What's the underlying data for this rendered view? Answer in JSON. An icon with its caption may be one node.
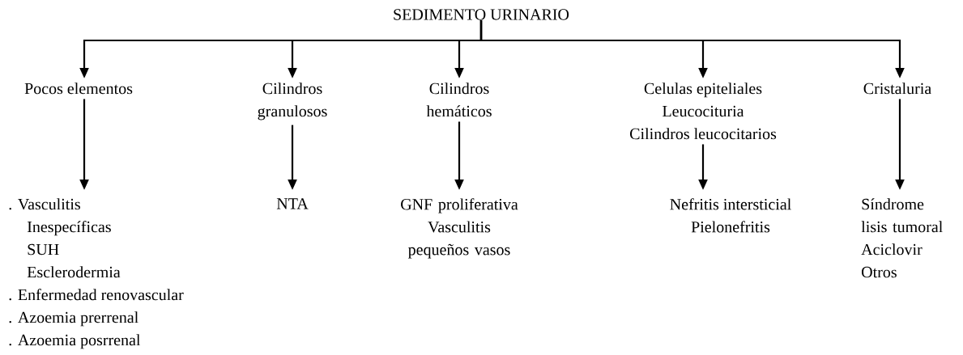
{
  "diagram": {
    "nodes": [
      {
        "text": [
          "SEDIMENTO URINARIO"
        ]
      },
      {
        "text": [
          "Pocos elementos"
        ]
      },
      {
        "text": [
          "Cilindros granulosos"
        ]
      },
      {
        "text": [
          "Cilindros hemáticos"
        ]
      },
      {
        "text": [
          "Celulas epiteliales",
          "Leucocituria",
          "Cilindros leucocitarios"
        ]
      },
      {
        "text": [
          "Cristaluria"
        ]
      },
      {
        "text": [
          ". Vasculitis",
          "Inespecíficas",
          "SUH",
          "Esclerodermia",
          ". Enfermedad renovascular",
          ". Azoemia prerrenal",
          ". Azoemia posrrenal"
        ]
      },
      {
        "text": [
          "NTA"
        ]
      },
      {
        "text": [
          "GNF proliferativa",
          "Vasculitis pequeños vasos"
        ]
      },
      {
        "text": [
          "Nefritis intersticial",
          "Pielonefritis"
        ]
      },
      {
        "text": [
          "Síndrome lisis tumoral",
          "Aciclovir",
          "Otros"
        ]
      }
    ],
    "edges": [
      {
        "from": 0,
        "to": 1,
        "arrow": "to"
      },
      {
        "from": 0,
        "to": 2,
        "arrow": "to"
      },
      {
        "from": 0,
        "to": 3,
        "arrow": "to"
      },
      {
        "from": 0,
        "to": 4,
        "arrow": "to"
      },
      {
        "from": 0,
        "to": 5,
        "arrow": "to"
      },
      {
        "from": 1,
        "to": 6,
        "arrow": "to"
      },
      {
        "from": 2,
        "to": 7,
        "arrow": "to"
      },
      {
        "from": 3,
        "to": 8,
        "arrow": "to"
      },
      {
        "from": 4,
        "to": 9,
        "arrow": "to"
      },
      {
        "from": 5,
        "to": 10,
        "arrow": "to"
      }
    ]
  }
}
